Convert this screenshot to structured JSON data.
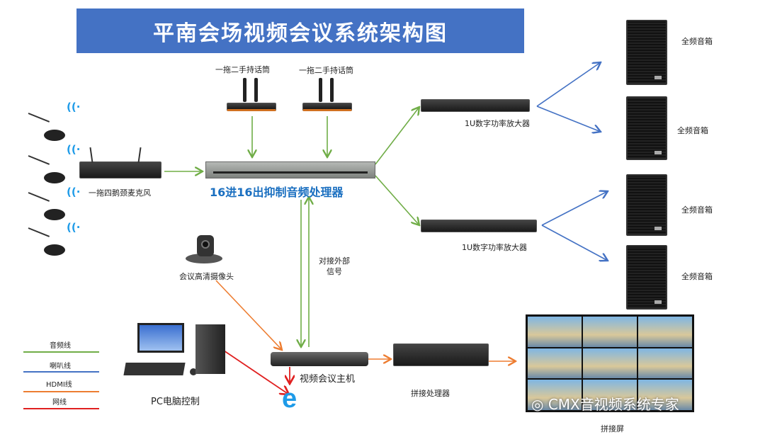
{
  "title": "平南会场视频会议系统架构图",
  "speakers": [
    "全频音箱",
    "全频音箱",
    "全频音箱",
    "全频音箱"
  ],
  "wireless_mic_receiver": "一拖四鹅颈麦克风",
  "handheld_mics": [
    "一拖二手持话筒",
    "一拖二手持话筒"
  ],
  "processor": "16进16出抑制音频处理器",
  "amplifiers": [
    "1U数字功率放大器",
    "1U数字功率放大器"
  ],
  "camera": "会议高清摄像头",
  "external_signal": [
    "对接外部",
    "信号"
  ],
  "vc_host": "视频会议主机",
  "pc": "PC电脑控制",
  "splicer": "拼接处理器",
  "video_wall": "拼接屏",
  "watermark": "CMX音视频系统专家",
  "legend": [
    {
      "label": "音频线",
      "color": "#70ad47"
    },
    {
      "label": "喇叭线",
      "color": "#4472c4"
    },
    {
      "label": "HDMI线",
      "color": "#ed7d31"
    },
    {
      "label": "网线",
      "color": "#e02020"
    }
  ],
  "colors": {
    "title_bg": "#4472c4",
    "processor_label": "#1a6fc0"
  }
}
